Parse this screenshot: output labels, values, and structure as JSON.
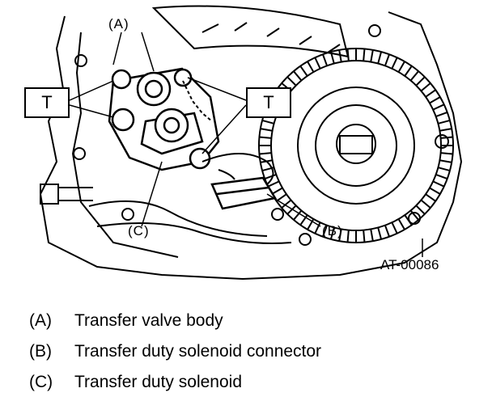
{
  "figure": {
    "callouts": {
      "a": "(A)",
      "b": "(B)",
      "c": "(C)"
    },
    "torque_marks": [
      "T",
      "T"
    ],
    "figure_code": "AT-00086"
  },
  "legend": [
    {
      "key": "(A)",
      "text": "Transfer valve body"
    },
    {
      "key": "(B)",
      "text": "Transfer duty solenoid connector"
    },
    {
      "key": "(C)",
      "text": "Transfer duty solenoid"
    }
  ]
}
